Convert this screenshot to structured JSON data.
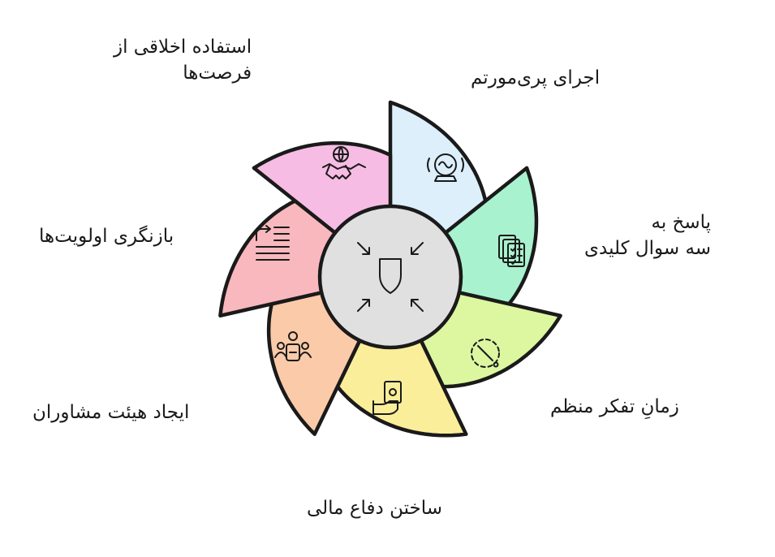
{
  "diagram": {
    "center_icon": "shield-compress-icon",
    "center_color": "#e0e0e0",
    "segments": [
      {
        "id": "pre-mortem",
        "label_lines": [
          "اجرای پری‌مورتم"
        ],
        "color": "#dceffa",
        "icon": "crystal-ball-icon"
      },
      {
        "id": "three-questions",
        "label_lines": [
          "پاسخ به",
          "سه سوال کلیدی"
        ],
        "color": "#a9f2cf",
        "icon": "checklist-documents-icon"
      },
      {
        "id": "thinking-time",
        "label_lines": [
          "زمانِ تفکر منظم"
        ],
        "color": "#dcf7a0",
        "icon": "timer-icon"
      },
      {
        "id": "financial-defense",
        "label_lines": [
          "ساختن دفاع مالی"
        ],
        "color": "#fbee9a",
        "icon": "money-hand-icon"
      },
      {
        "id": "advisory-board",
        "label_lines": [
          "ایجاد هیئت مشاوران"
        ],
        "color": "#fbcaa8",
        "icon": "meeting-group-icon"
      },
      {
        "id": "priorities",
        "label_lines": [
          "بازنگری اولویت‌ها"
        ],
        "color": "#f9b8bd",
        "icon": "list-priority-icon"
      },
      {
        "id": "ethical-opportunities",
        "label_lines": [
          "استفاده اخلاقی از",
          "فرصت‌ها"
        ],
        "color": "#f7bce4",
        "icon": "handshake-globe-icon"
      }
    ]
  }
}
